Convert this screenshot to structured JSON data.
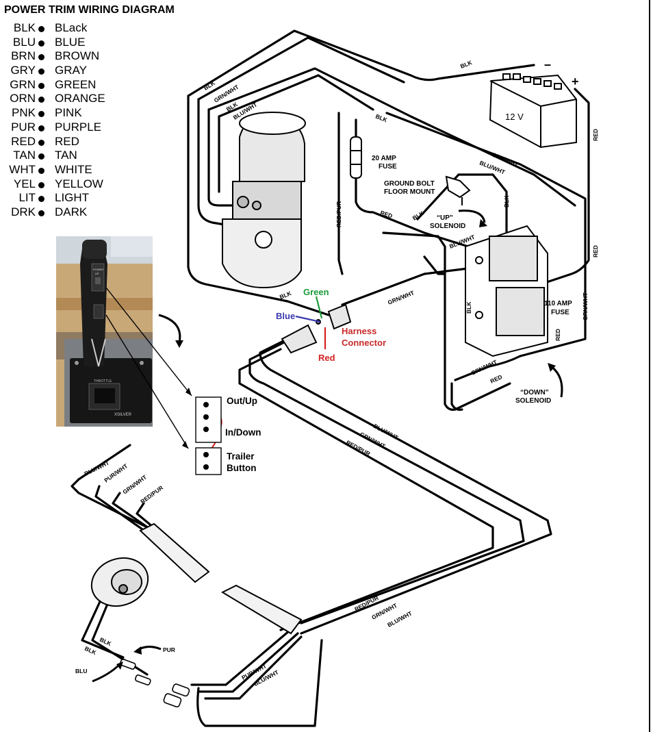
{
  "title": "POWER TRIM WIRING DIAGRAM",
  "legend": [
    {
      "code": "BLK",
      "name": "BLack"
    },
    {
      "code": "BLU",
      "name": "BLUE"
    },
    {
      "code": "BRN",
      "name": "BROWN"
    },
    {
      "code": "GRY",
      "name": "GRAY"
    },
    {
      "code": "GRN",
      "name": "GREEN"
    },
    {
      "code": "ORN",
      "name": "ORANGE"
    },
    {
      "code": "PNK",
      "name": "PINK"
    },
    {
      "code": "PUR",
      "name": "PURPLE"
    },
    {
      "code": "RED",
      "name": "RED"
    },
    {
      "code": "TAN",
      "name": "TAN"
    },
    {
      "code": "WHT",
      "name": "WHITE"
    },
    {
      "code": "YEL",
      "name": "YELLOW"
    },
    {
      "code": "LIT",
      "name": "LIGHT"
    },
    {
      "code": "DRK",
      "name": "DARK"
    }
  ],
  "switch_labels": {
    "out_up": "Out/Up",
    "in_down": "In/Down",
    "trailer_line1": "Trailer",
    "trailer_line2": "Button"
  },
  "battery": {
    "voltage": "12 V",
    "neg": "–",
    "pos": "+"
  },
  "fuse_20": {
    "line1": "20 AMP",
    "line2": "FUSE"
  },
  "fuse_110": {
    "line1": "110 AMP",
    "line2": "FUSE"
  },
  "ground_bolt": {
    "line1": "GROUND BOLT",
    "line2": "FLOOR MOUNT"
  },
  "up_solenoid": {
    "line1": "“UP”",
    "line2": "SOLENOID"
  },
  "down_solenoid": {
    "line1": "“DOWN”",
    "line2": "SOLENOID"
  },
  "harness": {
    "line1": "Harness",
    "line2": "Connector",
    "green": "Green",
    "blue": "Blue",
    "red": "Red"
  },
  "colors": {
    "green": "#1a9a3a",
    "blue": "#3a3ab0",
    "red": "#d42020",
    "harness_text": "#c82828"
  },
  "wire_labels": {
    "blk": "BLK",
    "grn_wht": "GRN/WHT",
    "blu_wht": "BLU/WHT",
    "red": "RED",
    "red_pur": "RED/PUR",
    "pur_wht": "PUR/WHT",
    "pur": "PUR",
    "blu": "BLU"
  }
}
